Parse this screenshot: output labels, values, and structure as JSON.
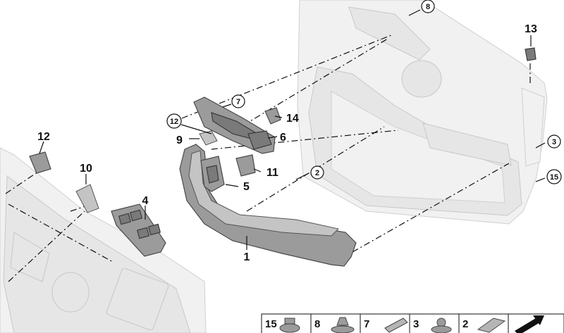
{
  "callouts": [
    {
      "id": "c1",
      "label": "1"
    },
    {
      "id": "c2",
      "label": "2"
    },
    {
      "id": "c3",
      "label": "3"
    },
    {
      "id": "c4",
      "label": "4"
    },
    {
      "id": "c5",
      "label": "5"
    },
    {
      "id": "c6",
      "label": "6"
    },
    {
      "id": "c7",
      "label": "7"
    },
    {
      "id": "c8",
      "label": "8"
    },
    {
      "id": "c9",
      "label": "9"
    },
    {
      "id": "c10",
      "label": "10"
    },
    {
      "id": "c11",
      "label": "11"
    },
    {
      "id": "c12a",
      "label": "12"
    },
    {
      "id": "c12b",
      "label": "12"
    },
    {
      "id": "c13",
      "label": "13"
    },
    {
      "id": "c14",
      "label": "14"
    },
    {
      "id": "c15",
      "label": "15"
    }
  ],
  "legend": {
    "cells": [
      "15",
      "8",
      "7",
      "3",
      "2"
    ]
  }
}
